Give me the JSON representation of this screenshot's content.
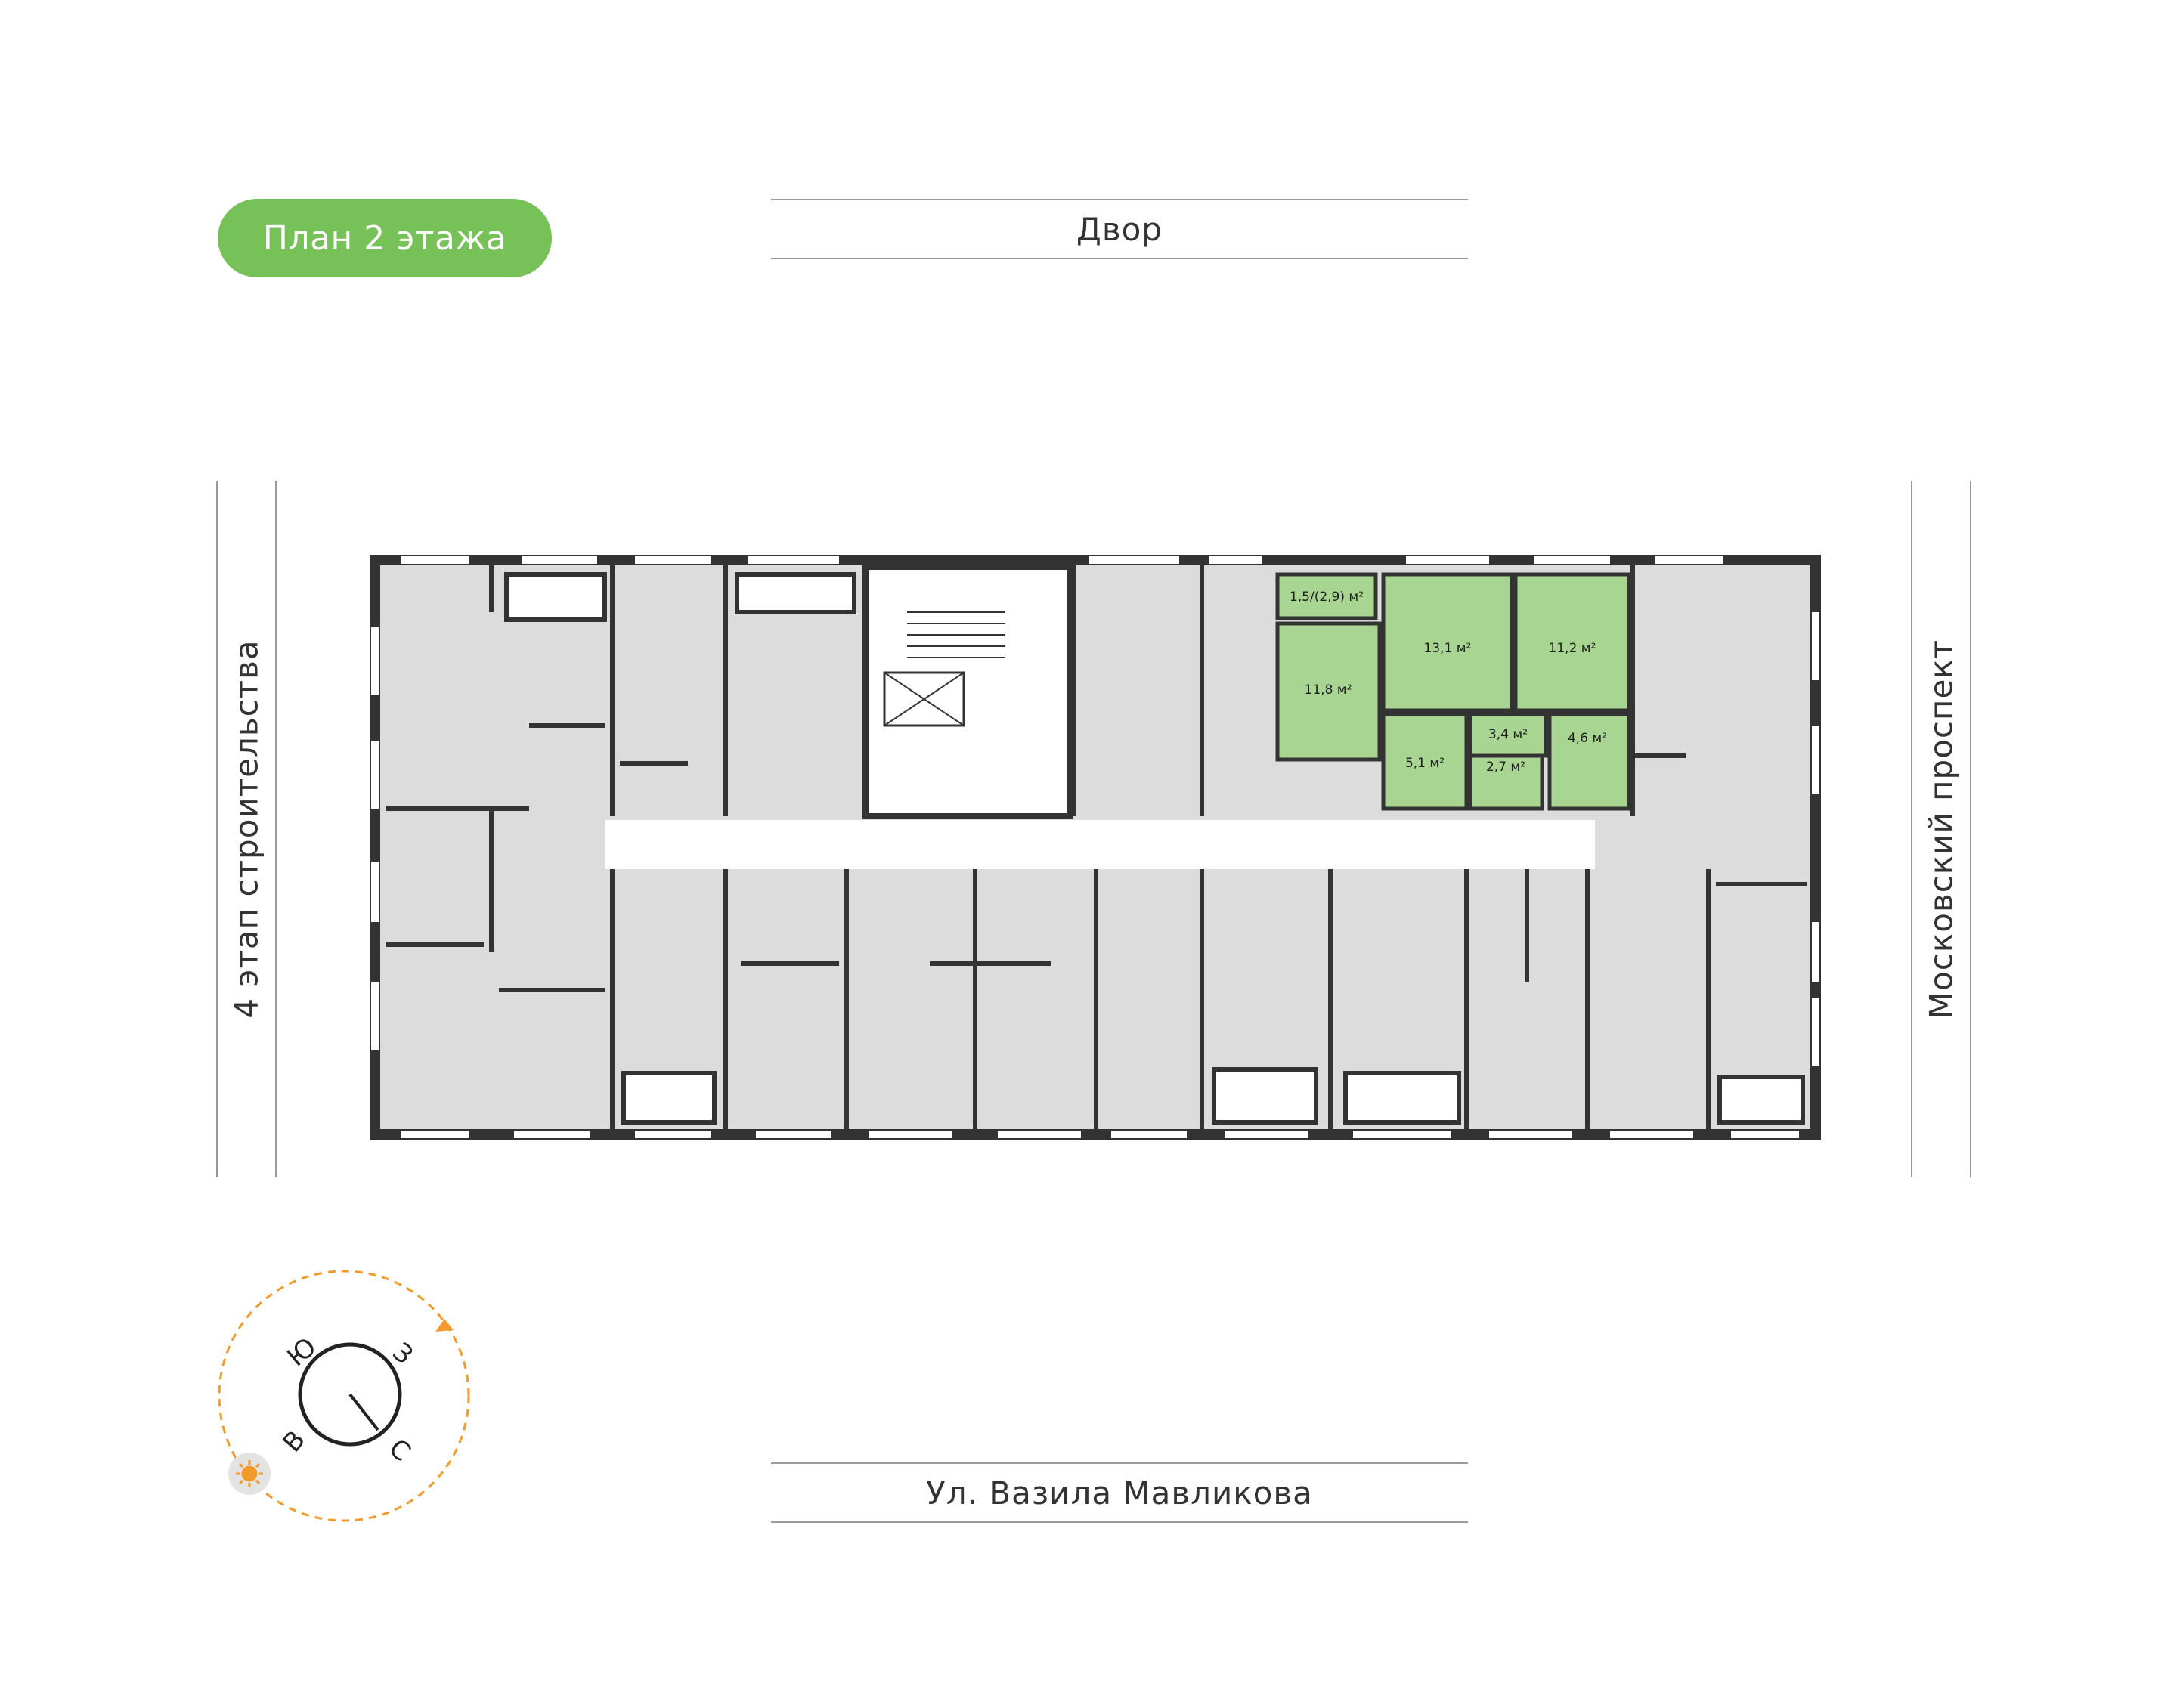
{
  "header": {
    "floor_badge": "План 2 этажа"
  },
  "streets": {
    "top": "Двор",
    "bottom": "Ул. Вазила Мавликова",
    "left": "4 этап строительства",
    "right": "Московский проспект"
  },
  "apartment": {
    "rooms": [
      {
        "id": "balcony",
        "area": "1,5/(2,9) м²"
      },
      {
        "id": "room-1",
        "area": "13,1 м²"
      },
      {
        "id": "room-2",
        "area": "11,2 м²"
      },
      {
        "id": "kitchen",
        "area": "11,8 м²"
      },
      {
        "id": "hall",
        "area": "3,4 м²"
      },
      {
        "id": "bathroom-1",
        "area": "4,6 м²"
      },
      {
        "id": "corridor",
        "area": "5,1 м²"
      },
      {
        "id": "bathroom-2",
        "area": "2,7 м²"
      }
    ]
  },
  "compass": {
    "letters": [
      "Ю",
      "З",
      "В",
      "С"
    ]
  },
  "colors": {
    "accent_green": "#77c159",
    "highlight_fill": "#a8d592",
    "room_fill": "#dcdcdc",
    "wall": "#333333",
    "orbit": "#f39a2c"
  },
  "icons": [
    "sun-icon",
    "compass-needle"
  ]
}
